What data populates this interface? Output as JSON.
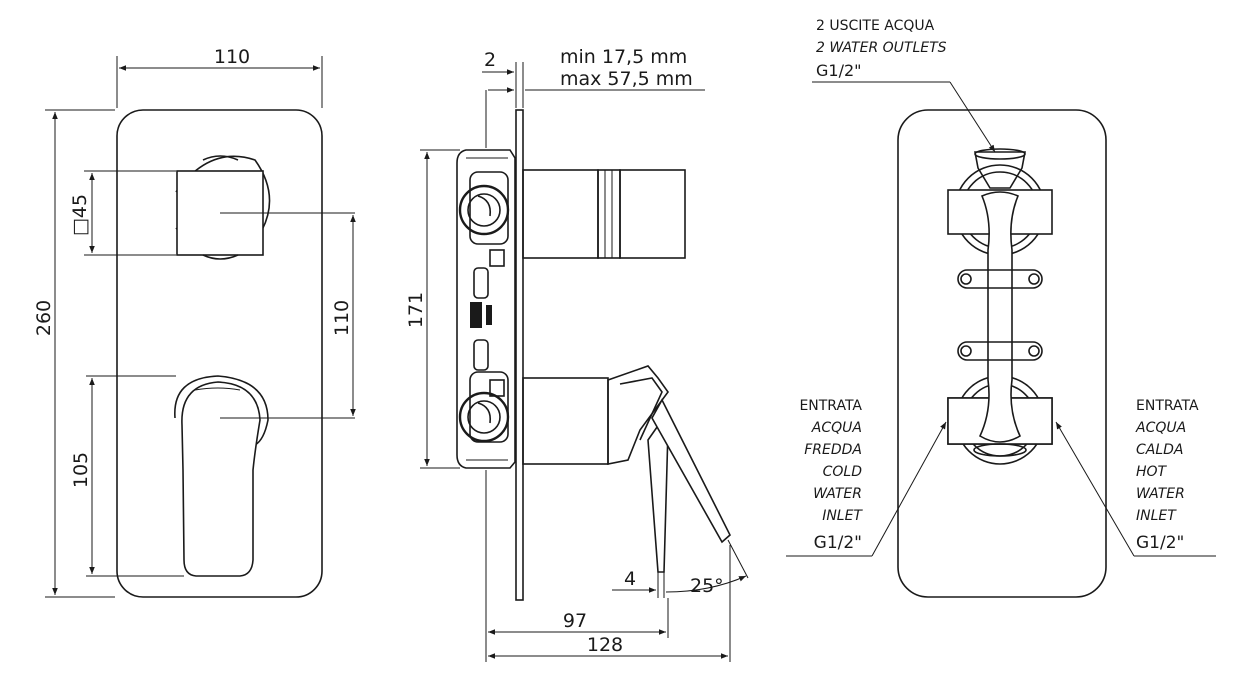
{
  "front_view": {
    "width_dim": "110",
    "height_dim": "260",
    "knob_size_dim": "□45",
    "axis_spacing_dim": "110",
    "lever_offset_dim": "105"
  },
  "side_view": {
    "plate_dim": "2",
    "depth_min": "min 17,5 mm",
    "depth_max": "max 57,5 mm",
    "body_height_dim": "171",
    "lever_thickness_dim": "4",
    "lever_angle_dim": "25°",
    "depth_97": "97",
    "depth_128": "128"
  },
  "rear_view": {
    "outlets_label": [
      "2 USCITE ACQUA",
      "2 WATER OUTLETS",
      "G1/2\""
    ],
    "cold_inlet_label": [
      "ENTRATA",
      "ACQUA",
      "FREDDA",
      "COLD",
      "WATER",
      "INLET",
      "G1/2\""
    ],
    "hot_inlet_label": [
      "ENTRATA",
      "ACQUA",
      "CALDA",
      "HOT",
      "WATER",
      "INLET",
      "G1/2\""
    ]
  }
}
